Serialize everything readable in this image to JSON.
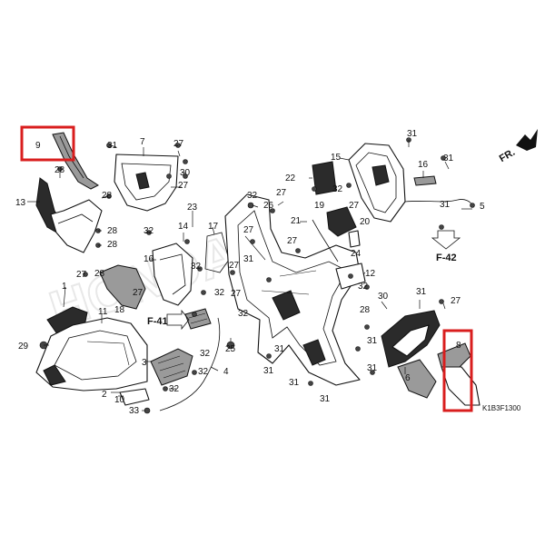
{
  "watermark": "HONDA",
  "diagram_code": "K1B3F1300",
  "direction_label": "FR.",
  "references": {
    "f41": "F-41",
    "f42": "F-42"
  },
  "highlight_color": "#d91e1e",
  "callouts": {
    "c1": "1",
    "c2": "2",
    "c3": "3",
    "c4": "4",
    "c5": "5",
    "c6": "6",
    "c7": "7",
    "c8": "8",
    "c9": "9",
    "c10": "10",
    "c11": "11",
    "c12": "12",
    "c13": "13",
    "c14": "14",
    "c15": "15",
    "c16": "16",
    "c17": "17",
    "c18": "18",
    "c19": "19",
    "c20": "20",
    "c21": "21",
    "c22": "22",
    "c23": "23",
    "c24": "24",
    "c25": "25",
    "c26": "26",
    "c27": "27",
    "c28": "28",
    "c29": "29",
    "c30": "30",
    "c31": "31",
    "c32": "32",
    "c33": "33"
  }
}
